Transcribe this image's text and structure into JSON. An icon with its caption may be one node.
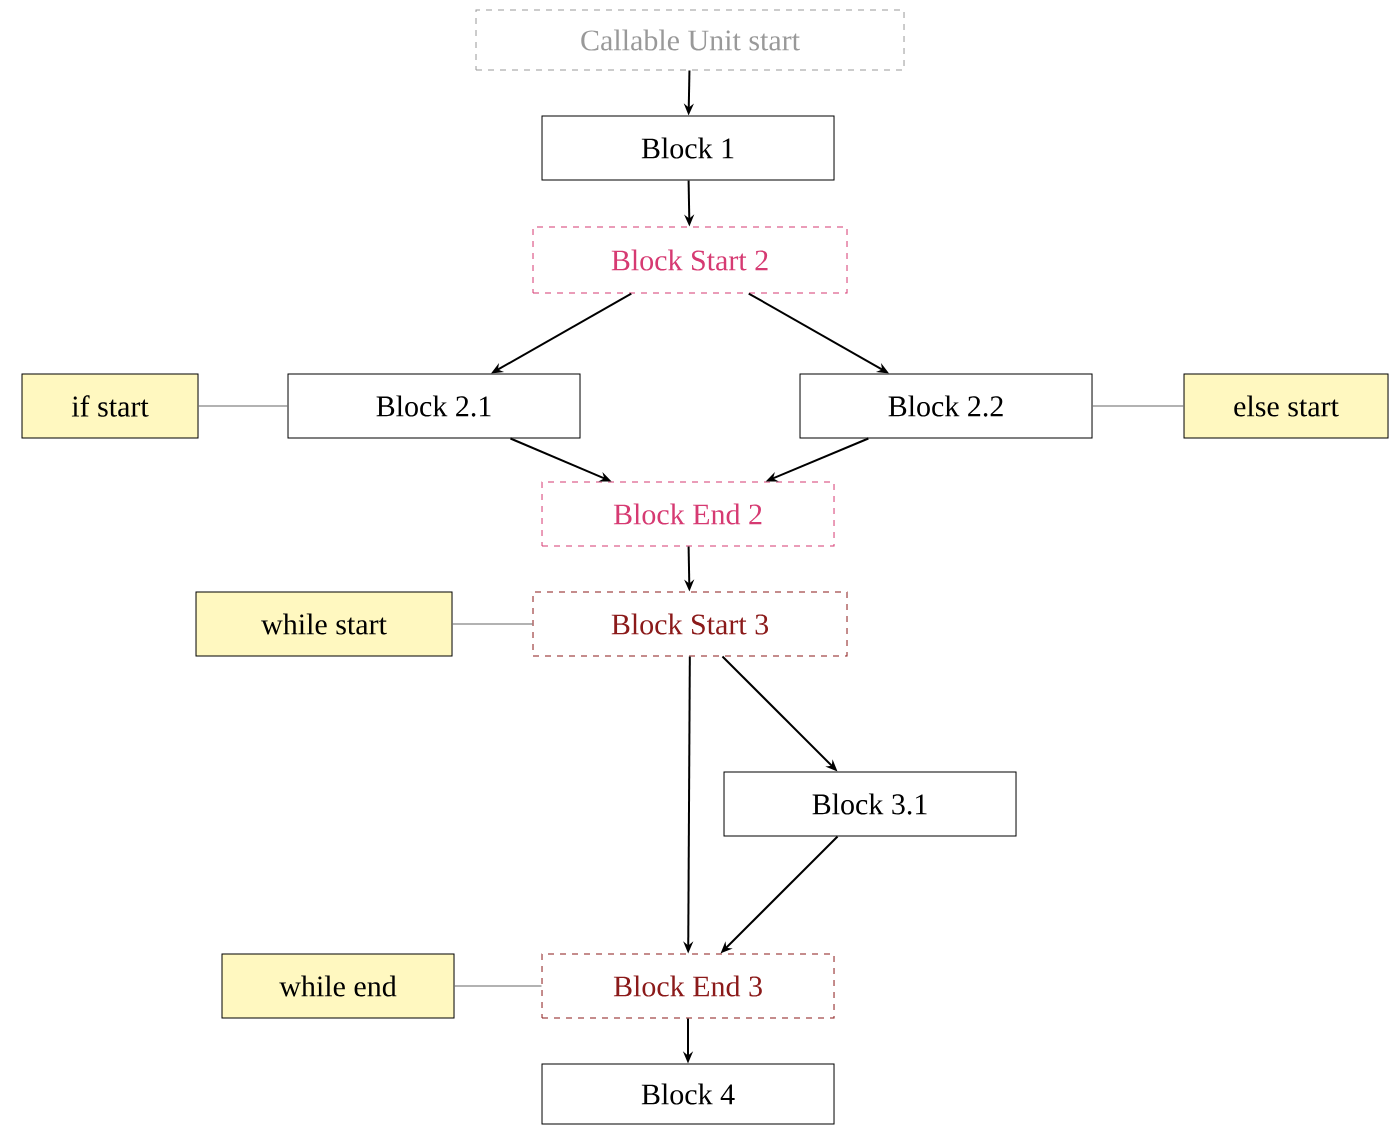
{
  "diagram": {
    "nodes": [
      {
        "text": [
          "Callable Unit start"
        ]
      },
      {
        "text": [
          "Block 1"
        ]
      },
      {
        "text": [
          "Block Start 2"
        ]
      },
      {
        "text": [
          "if start"
        ]
      },
      {
        "text": [
          "Block 2.1"
        ]
      },
      {
        "text": [
          "Block 2.2"
        ]
      },
      {
        "text": [
          "else start"
        ]
      },
      {
        "text": [
          "Block End 2"
        ]
      },
      {
        "text": [
          "while start"
        ]
      },
      {
        "text": [
          "Block Start 3"
        ]
      },
      {
        "text": [
          "Block 3.1"
        ]
      },
      {
        "text": [
          "while end"
        ]
      },
      {
        "text": [
          "Block End 3"
        ]
      },
      {
        "text": [
          "Block 4"
        ]
      }
    ],
    "edges": [
      {
        "from": 0,
        "to": 1,
        "arrow": "to"
      },
      {
        "from": 1,
        "to": 2,
        "arrow": "to"
      },
      {
        "from": 2,
        "to": 4,
        "arrow": "to"
      },
      {
        "from": 2,
        "to": 5,
        "arrow": "to"
      },
      {
        "from": 3,
        "to": 4,
        "arrow": "none",
        "color": "#666666"
      },
      {
        "from": 6,
        "to": 5,
        "arrow": "none",
        "color": "#666666"
      },
      {
        "from": 4,
        "to": 7,
        "arrow": "to"
      },
      {
        "from": 5,
        "to": 7,
        "arrow": "to"
      },
      {
        "from": 7,
        "to": 9,
        "arrow": "to"
      },
      {
        "from": 8,
        "to": 9,
        "arrow": "none",
        "color": "#666666"
      },
      {
        "from": 9,
        "to": 12,
        "arrow": "to"
      },
      {
        "from": 9,
        "to": 10,
        "arrow": "to"
      },
      {
        "from": 10,
        "to": 12,
        "arrow": "to"
      },
      {
        "from": 11,
        "to": 12,
        "arrow": "none",
        "color": "#666666"
      },
      {
        "from": 12,
        "to": 13,
        "arrow": "to"
      }
    ]
  }
}
